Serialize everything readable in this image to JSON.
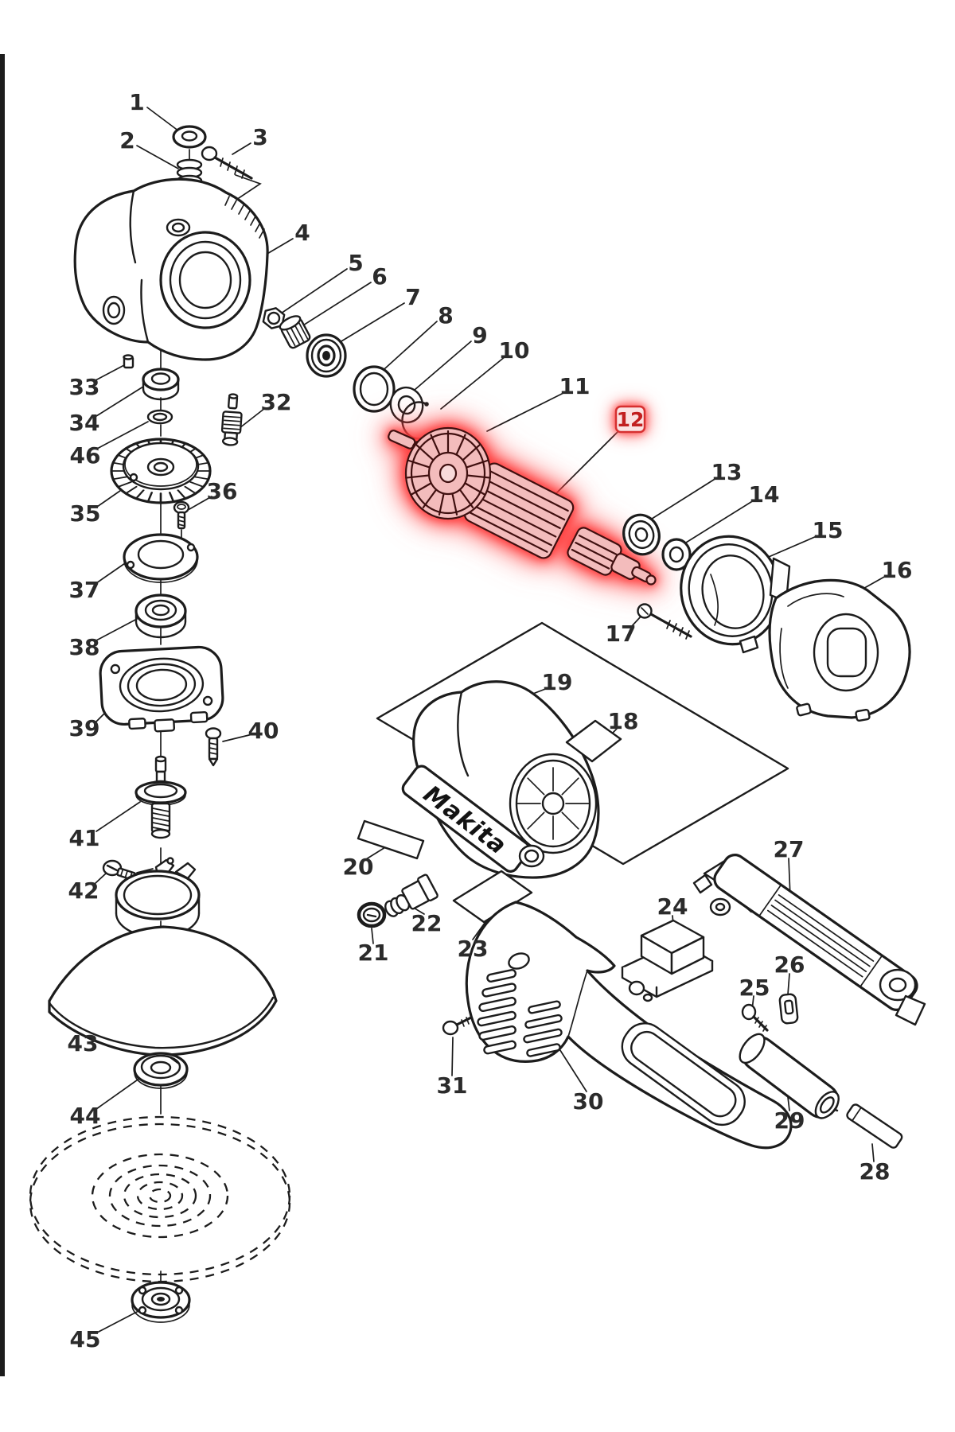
{
  "diagram": {
    "brand_logo": "Makita",
    "highlighted_part_number": "12",
    "highlight_color": "#e03131",
    "line_color": "#1c1c1c",
    "background_color": "#ffffff",
    "part_numbers": [
      "1",
      "2",
      "3",
      "4",
      "5",
      "6",
      "7",
      "8",
      "9",
      "10",
      "11",
      "12",
      "13",
      "14",
      "15",
      "16",
      "17",
      "18",
      "19",
      "20",
      "21",
      "22",
      "23",
      "24",
      "25",
      "26",
      "27",
      "28",
      "29",
      "30",
      "31",
      "32",
      "33",
      "34",
      "35",
      "36",
      "37",
      "38",
      "39",
      "40",
      "41",
      "42",
      "43",
      "44",
      "45",
      "46"
    ]
  }
}
